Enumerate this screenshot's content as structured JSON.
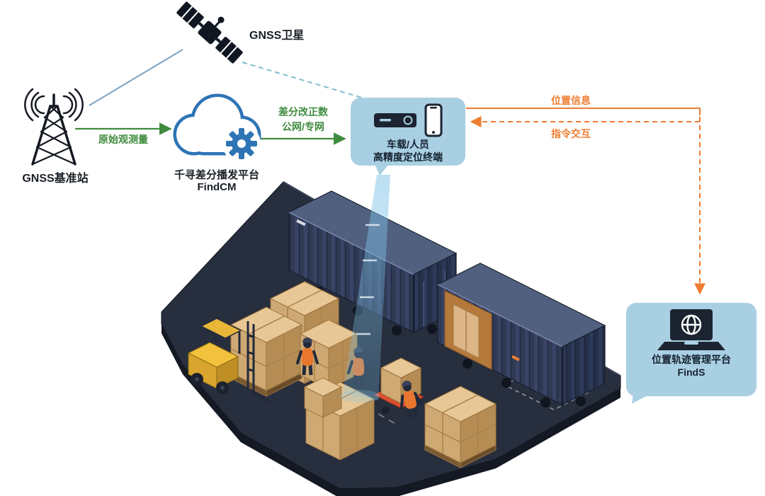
{
  "nodes": {
    "satellite": {
      "label": "GNSS卫星"
    },
    "base_station": {
      "label": "GNSS基准站"
    },
    "cloud": {
      "title": "千寻差分播发平台",
      "subtitle": "FindCM"
    },
    "terminal": {
      "line1": "车载/人员",
      "line2": "高精度定位终端"
    },
    "platform": {
      "line1": "位置轨迹管理平台",
      "line2": "FindS"
    }
  },
  "edges": {
    "raw_observation": {
      "label": "原始观测量"
    },
    "differential": {
      "label1": "差分改正数",
      "label2": "公网/专网"
    },
    "position_info": {
      "label": "位置信息"
    },
    "command": {
      "label": "指令交互"
    }
  },
  "icons": {
    "satellite": "gnss-satellite-icon",
    "base_station": "radio-tower-icon",
    "cloud": "cloud-gear-icon",
    "terminal": "dvr-and-smartphone-icons",
    "platform": "laptop-globe-icon"
  },
  "colors": {
    "green": "#3f8b3f",
    "orange": "#ed7d31",
    "bubble_blue": "#a9cfe3",
    "cloud_blue": "#2e74b5",
    "dark_navy": "#1b2430",
    "link_blue": "#7aa3c4",
    "link_teal": "#85bccb",
    "floor": "#272e3d",
    "beam": "#7fc3e8"
  }
}
